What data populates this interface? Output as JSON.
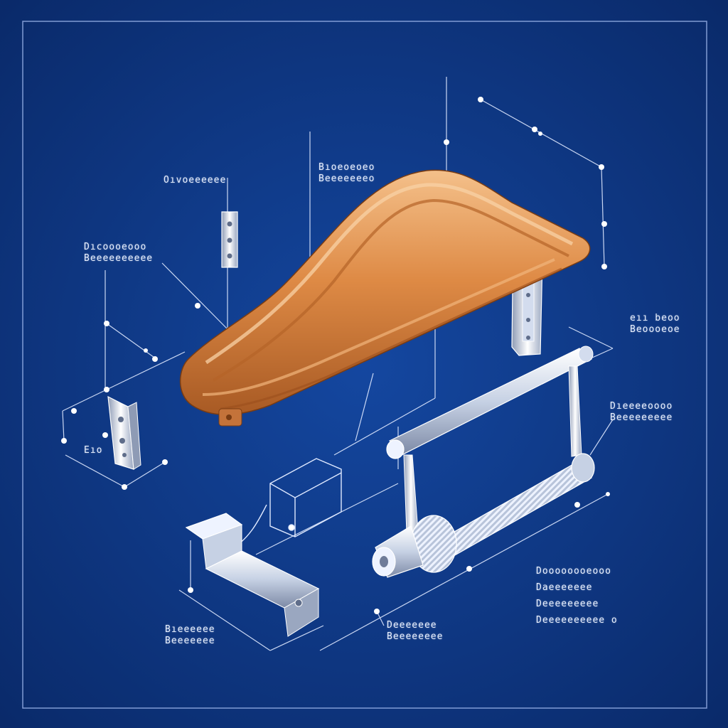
{
  "colors": {
    "background": "#0f3b8c",
    "background_edge": "#0a2a6a",
    "line": "#dfe9ff",
    "wood_light": "#f2b27a",
    "wood_mid": "#d9823f",
    "wood_dark": "#a85a24",
    "metal_light": "#f4f7ff",
    "metal_mid": "#b9c6dc",
    "metal_dark": "#7d8aa6"
  },
  "callouts": [
    {
      "id": "callout-top-left",
      "lines": [
        "Oıvoeeeeee"
      ]
    },
    {
      "id": "callout-left-upper",
      "lines": [
        "Dıcoooeooo",
        "Beeeeeeeeee"
      ]
    },
    {
      "id": "callout-top-center",
      "lines": [
        "Bıoeoeoeo",
        "Beeeeeeeo"
      ]
    },
    {
      "id": "callout-right-upper",
      "lines": [
        "eıı beoo",
        "Beoooeoe"
      ]
    },
    {
      "id": "callout-right-middle",
      "lines": [
        "Dıeeeeoooo",
        "Beeeeeeeee"
      ]
    },
    {
      "id": "callout-left-small",
      "lines": [
        "Eıo"
      ]
    },
    {
      "id": "callout-right-lower",
      "lines": [
        "Doooooooeooo",
        "Daeeeeeee",
        "Deeeeeeeee",
        "Deeeeeeeeee  o"
      ]
    },
    {
      "id": "callout-bottom-left",
      "lines": [
        "Bıeeeeee",
        "Beeeeeee"
      ]
    },
    {
      "id": "callout-bottom-center",
      "lines": [
        "Deeeeeee",
        "Beeeeeeee"
      ]
    }
  ]
}
